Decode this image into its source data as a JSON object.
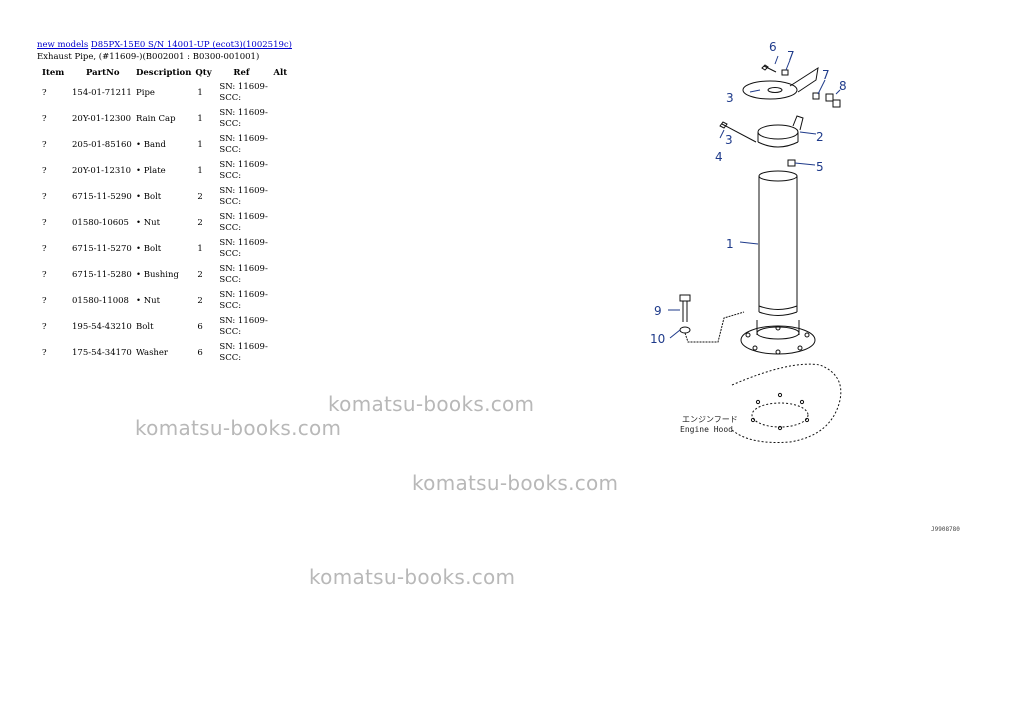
{
  "breadcrumb": {
    "link1": "new models",
    "link2": "D85PX-15E0 S/N 14001-UP (ecot3)(1002519c)"
  },
  "title": "Exhaust Pipe, (#11609-)(B002001 : B0300-001001)",
  "table": {
    "headers": [
      "Item",
      "PartNo",
      "Description",
      "Qty",
      "Ref",
      "Alt"
    ],
    "rows": [
      {
        "item": "?",
        "part": "154-01-71211",
        "desc": "Pipe",
        "qty": "1",
        "ref": "SN: 11609-SCC:"
      },
      {
        "item": "?",
        "part": "20Y-01-12300",
        "desc": "Rain Cap",
        "qty": "1",
        "ref": "SN: 11609-SCC:"
      },
      {
        "item": "?",
        "part": "205-01-85160",
        "desc": "• Band",
        "qty": "1",
        "ref": "SN: 11609-SCC:"
      },
      {
        "item": "?",
        "part": "20Y-01-12310",
        "desc": "• Plate",
        "qty": "1",
        "ref": "SN: 11609-SCC:"
      },
      {
        "item": "?",
        "part": "6715-11-5290",
        "desc": "• Bolt",
        "qty": "2",
        "ref": "SN: 11609-SCC:"
      },
      {
        "item": "?",
        "part": "01580-10605",
        "desc": "• Nut",
        "qty": "2",
        "ref": "SN: 11609-SCC:"
      },
      {
        "item": "?",
        "part": "6715-11-5270",
        "desc": "• Bolt",
        "qty": "1",
        "ref": "SN: 11609-SCC:"
      },
      {
        "item": "?",
        "part": "6715-11-5280",
        "desc": "• Bushing",
        "qty": "2",
        "ref": "SN: 11609-SCC:"
      },
      {
        "item": "?",
        "part": "01580-11008",
        "desc": "• Nut",
        "qty": "2",
        "ref": "SN: 11609-SCC:"
      },
      {
        "item": "?",
        "part": "195-54-43210",
        "desc": "Bolt",
        "qty": "6",
        "ref": "SN: 11609-SCC:"
      },
      {
        "item": "?",
        "part": "175-54-34170",
        "desc": "Washer",
        "qty": "6",
        "ref": "SN: 11609-SCC:"
      }
    ]
  },
  "watermark": "komatsu-books.com",
  "diagram": {
    "callouts": [
      "1",
      "2",
      "3",
      "4",
      "5",
      "6",
      "7",
      "7",
      "8",
      "9",
      "10"
    ],
    "label_jp": "エンジンフード",
    "label_en": "Engine Hood",
    "code": "J9908780"
  }
}
